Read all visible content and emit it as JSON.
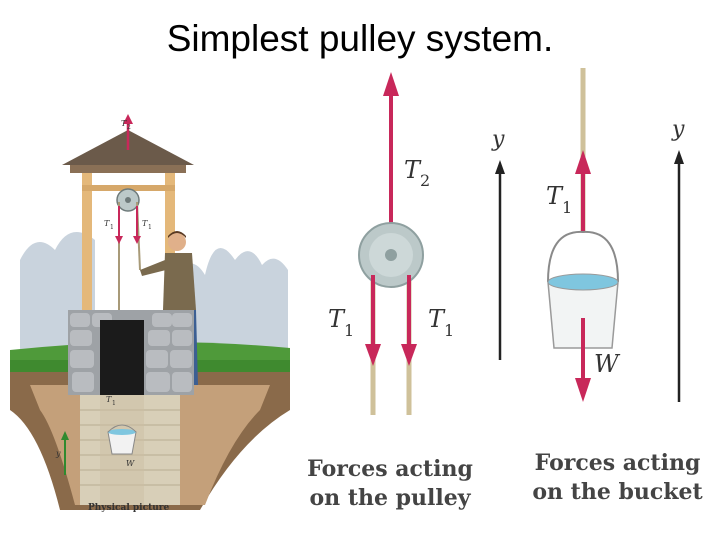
{
  "title": "Simplest pulley system.",
  "physical_picture": {
    "caption": "Physical picture",
    "label_T2": "T",
    "label_T2_sub": "2",
    "label_T1": "T",
    "label_T1_sub": "1",
    "label_W": "W",
    "label_y": "y"
  },
  "pulley_fbd": {
    "label_T": "T",
    "sub_2": "2",
    "sub_1": "1",
    "label_y": "y",
    "caption_line1": "Forces acting",
    "caption_line2": "on the pulley"
  },
  "bucket_fbd": {
    "label_T": "T",
    "sub_1": "1",
    "label_W": "W",
    "label_y": "y",
    "caption_line1": "Forces acting",
    "caption_line2": "on the bucket"
  },
  "colors": {
    "force_arrow": "#c8285a",
    "axis": "#222222",
    "roof": "#6b5a4a",
    "water": "#7fc6df",
    "pulley": "#bcc9c9",
    "stone": "#b9bcc0",
    "brick": "#d8cfb8",
    "sky_hills": "#c9d3dd",
    "grass": "#4f9a3a"
  }
}
